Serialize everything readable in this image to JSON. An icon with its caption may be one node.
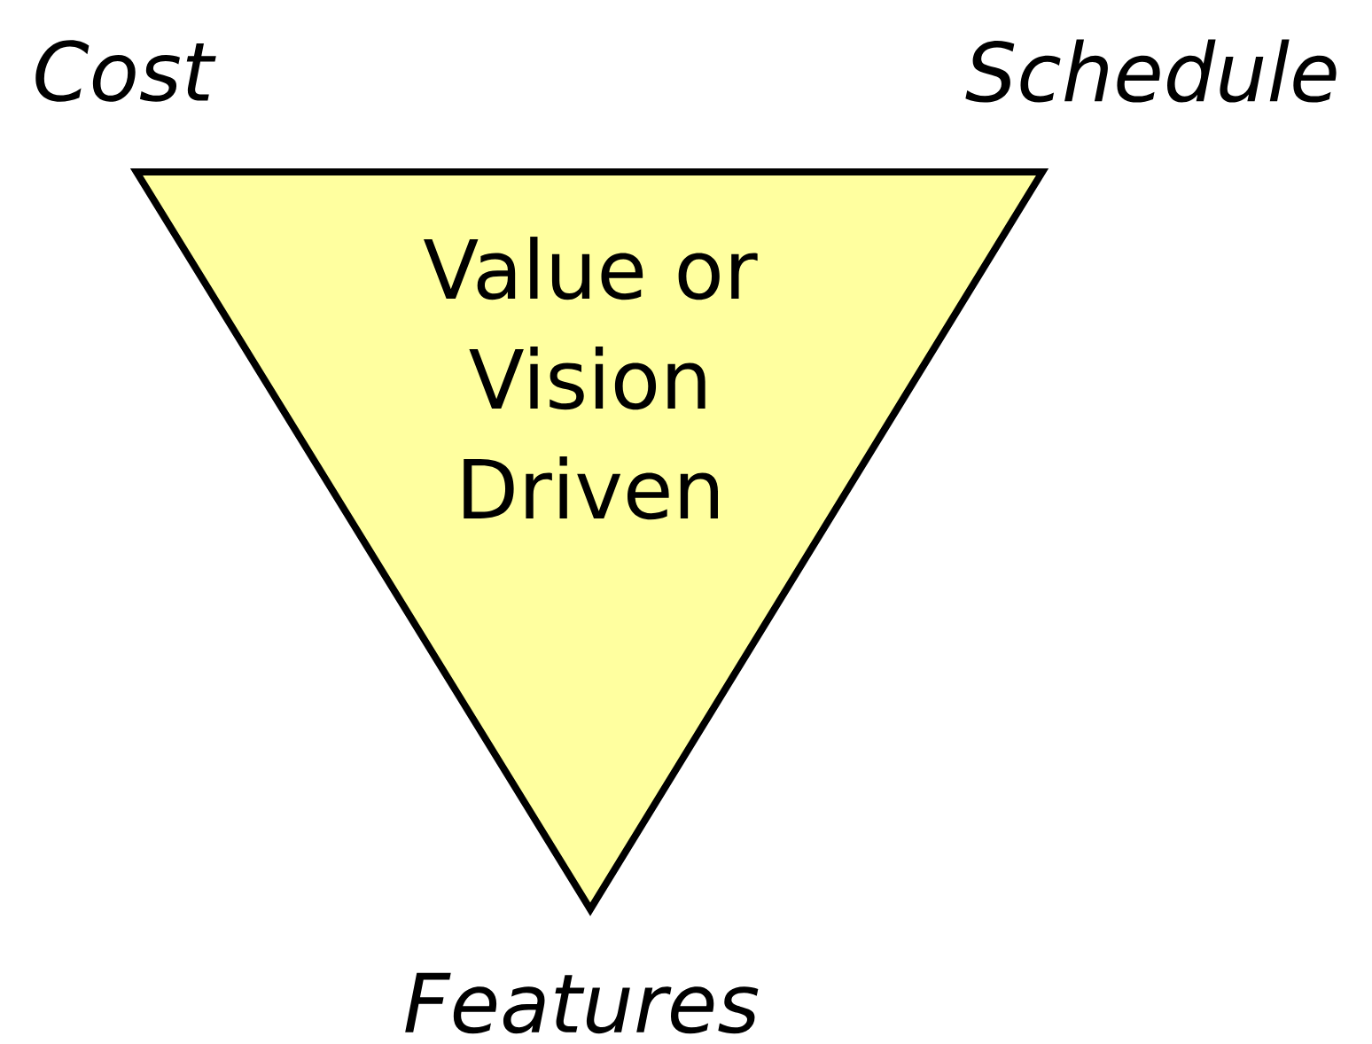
{
  "diagram": {
    "nodes": [
      {
        "text": [
          "Value or Vision Driven"
        ]
      }
    ],
    "labels": [
      "Cost",
      "Schedule",
      "Features"
    ]
  }
}
